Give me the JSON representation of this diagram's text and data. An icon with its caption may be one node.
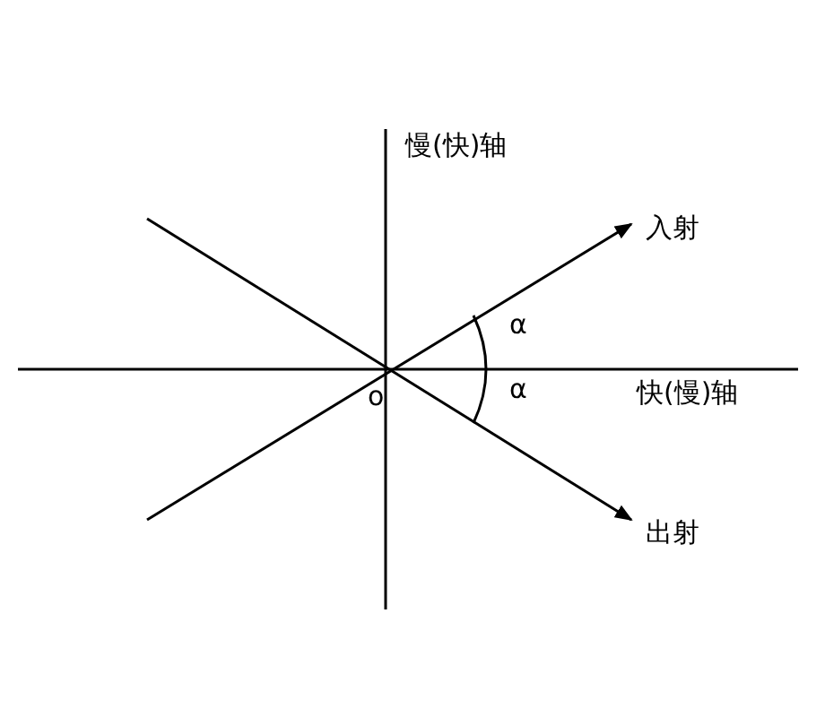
{
  "diagram": {
    "labels": [
      "慢(快)轴",
      "入射",
      "α",
      "α",
      "o",
      "快(慢)轴",
      "出射"
    ]
  }
}
